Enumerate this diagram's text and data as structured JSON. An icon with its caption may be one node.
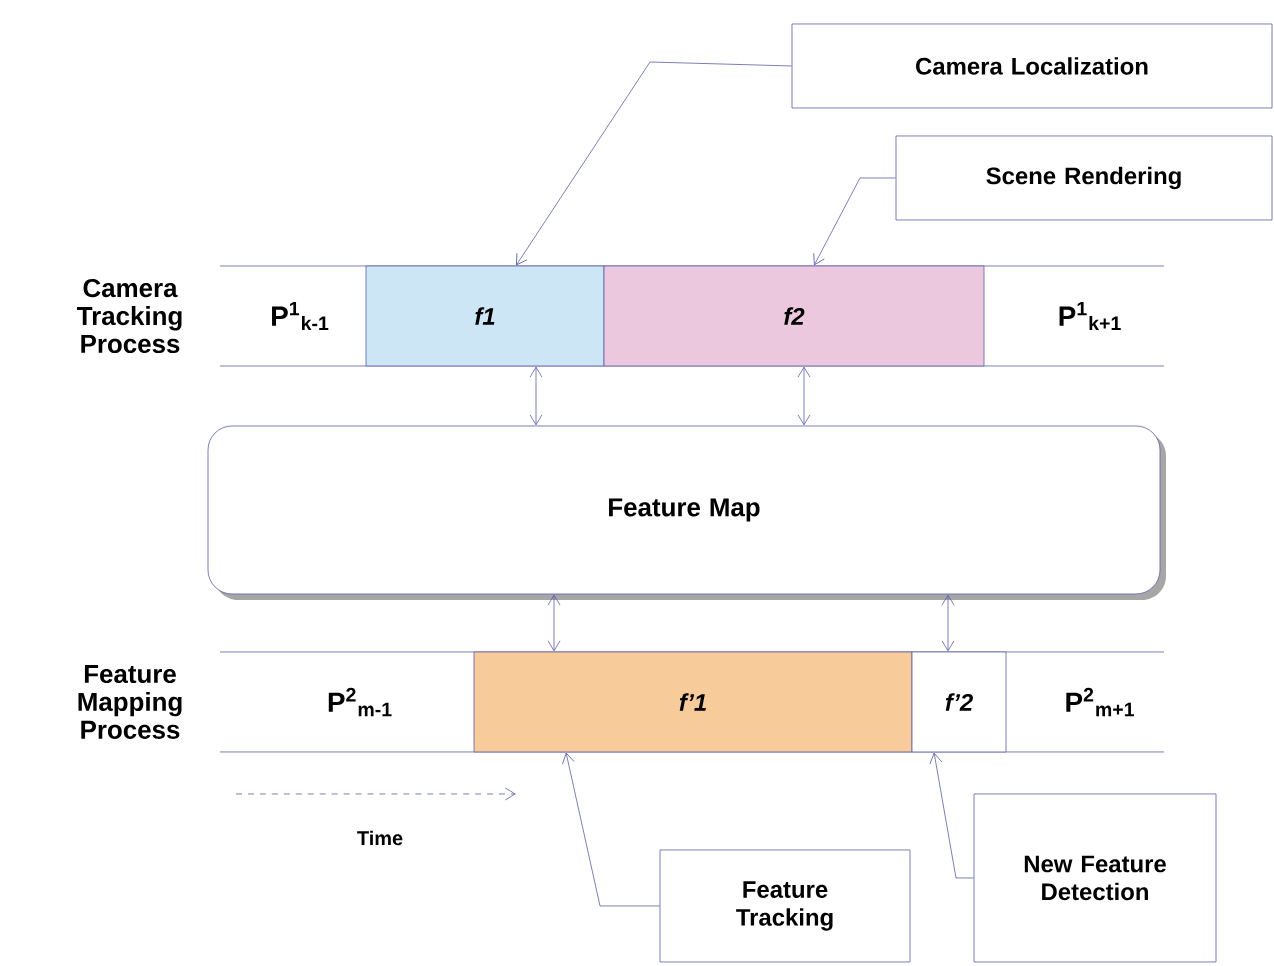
{
  "diagram": {
    "nodes": [
      {
        "text": [
          "Camera Localization"
        ]
      },
      {
        "text": [
          "Scene Rendering"
        ]
      },
      {
        "text": [
          "*f1*"
        ]
      },
      {
        "text": [
          "*f2*"
        ]
      },
      {
        "text": [
          "Feature Map"
        ]
      },
      {
        "text": [
          "*f’1*"
        ]
      },
      {
        "text": [
          "*f’2*"
        ]
      },
      {
        "text": [
          "Feature Tracking"
        ]
      },
      {
        "text": [
          "New Feature Detection"
        ]
      }
    ],
    "edges": [
      {
        "from": 0,
        "to": 2,
        "arrow": "to"
      },
      {
        "from": 1,
        "to": 3,
        "arrow": "to"
      },
      {
        "from": 2,
        "to": 4,
        "arrow": "both"
      },
      {
        "from": 3,
        "to": 4,
        "arrow": "both"
      },
      {
        "from": 4,
        "to": 5,
        "arrow": "both"
      },
      {
        "from": 4,
        "to": 6,
        "arrow": "both"
      },
      {
        "from": 7,
        "to": 5,
        "arrow": "to"
      },
      {
        "from": 8,
        "to": 6,
        "arrow": "to"
      }
    ],
    "labels": [
      "Camera Tracking Process",
      "P$^{1}$$_{k-1}$",
      "P$^{1}$$_{k+1}$",
      "Feature Mapping Process",
      "P$^{2}$$_{m-1}$",
      "P$^{2}$$_{m+1}$",
      "Time"
    ]
  }
}
